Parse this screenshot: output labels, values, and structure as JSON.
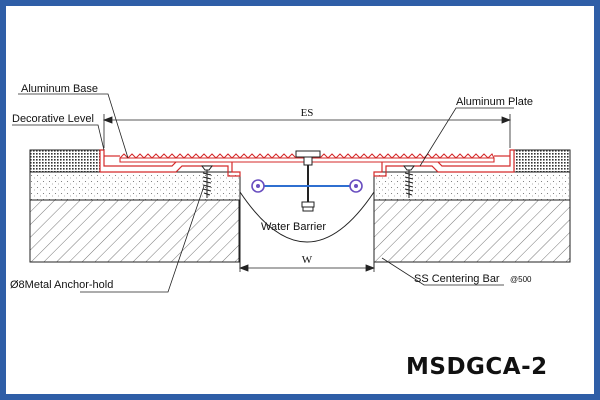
{
  "colors": {
    "frame": "#2f5ea7",
    "line": "#222222",
    "aluminum": "#d42a2a",
    "water_barrier": "#2f6fd0",
    "seal": "#6a4fc0"
  },
  "labels": {
    "aluminum_base": "Aluminum Base",
    "decorative_level": "Decorative Level",
    "aluminum_plate": "Aluminum Plate",
    "water_barrier": "Water Barrier",
    "anchor_hold": "Ø8Metal Anchor-hold",
    "ss_centering_bar": "SS Centering Bar",
    "ss_centering_spacing": "@500",
    "es": "ES",
    "w": "W"
  },
  "model_code": "MSDGCA-2"
}
